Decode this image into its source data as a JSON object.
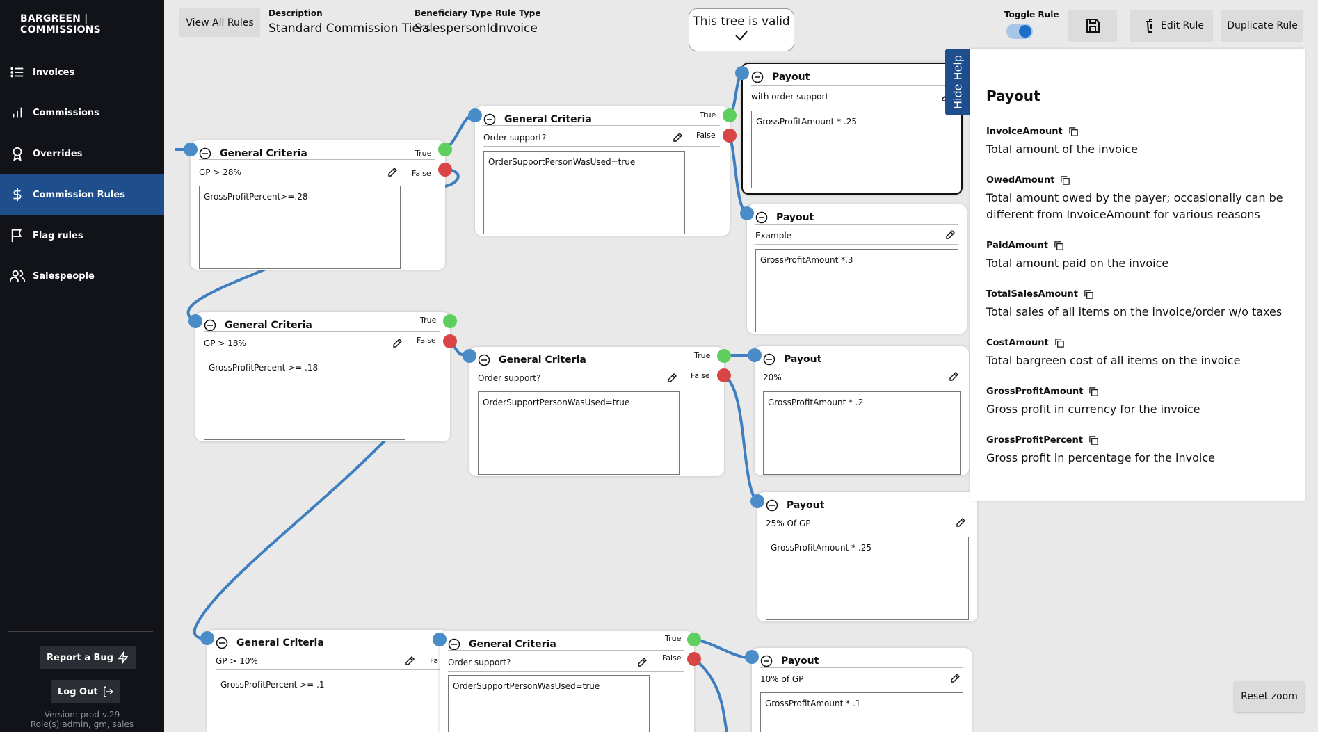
{
  "app": {
    "brand": "BARGREEN | COMMISSIONS"
  },
  "sidebar": {
    "items": [
      {
        "label": "Invoices",
        "icon": "list-icon"
      },
      {
        "label": "Commissions",
        "icon": "bar-chart-icon"
      },
      {
        "label": "Overrides",
        "icon": "award-icon"
      },
      {
        "label": "Commission Rules",
        "icon": "dollar-icon",
        "active": true
      },
      {
        "label": "Flag rules",
        "icon": "flag-icon"
      },
      {
        "label": "Salespeople",
        "icon": "users-icon"
      }
    ],
    "report_bug": "Report a Bug",
    "logout": "Log Out",
    "version": "Version: prod-v.29",
    "roles": "Role(s):admin, gm, sales"
  },
  "topbar": {
    "view_all": "View All Rules",
    "description_label": "Description",
    "description_value": "Standard Commission Tiers",
    "beneficiary_label": "Beneficiary Type",
    "beneficiary_value": "SalespersonId",
    "ruletype_label": "Rule Type",
    "ruletype_value": "Invoice",
    "valid_text": "This tree is valid",
    "toggle_label": "Toggle Rule",
    "toggle_on": true,
    "edit_rule": "Edit Rule",
    "duplicate_rule": "Duplicate Rule"
  },
  "labels": {
    "true": "True",
    "false": "False",
    "false_truncated": "Fa"
  },
  "nodes": {
    "gc1": {
      "title": "General Criteria",
      "subtitle": "GP > 28%",
      "expr": "GrossProfitPercent>=.28"
    },
    "gc2": {
      "title": "General Criteria",
      "subtitle": "Order support?",
      "expr": "OrderSupportPersonWasUsed=true"
    },
    "gc3": {
      "title": "General Criteria",
      "subtitle": "GP > 18%",
      "expr": "GrossProfitPercent >= .18"
    },
    "gc4": {
      "title": "General Criteria",
      "subtitle": "Order support?",
      "expr": "OrderSupportPersonWasUsed=true"
    },
    "gc5": {
      "title": "General Criteria",
      "subtitle": "GP > 10%",
      "expr": "GrossProfitPercent >= .1"
    },
    "gc6": {
      "title": "General Criteria",
      "subtitle": "Order support?",
      "expr": "OrderSupportPersonWasUsed=true"
    },
    "p1": {
      "title": "Payout",
      "subtitle": "with order support",
      "expr": "GrossProfitAmount * .25"
    },
    "p2": {
      "title": "Payout",
      "subtitle": "Example",
      "expr": "GrossProfitAmount *.3"
    },
    "p3": {
      "title": "Payout",
      "subtitle": "20%",
      "expr": "GrossProfitAmount * .2"
    },
    "p4": {
      "title": "Payout",
      "subtitle": "25% Of GP",
      "expr": "GrossProfitAmount * .25"
    },
    "p5": {
      "title": "Payout",
      "subtitle": "10% of GP",
      "expr": "GrossProfitAmount * .1"
    }
  },
  "help": {
    "tab_label": "Hide Help",
    "title": "Payout",
    "items": [
      {
        "name": "InvoiceAmount",
        "desc": "Total amount of the invoice"
      },
      {
        "name": "OwedAmount",
        "desc": "Total amount owed by the payer; occasionally can be different from InvoiceAmount for various reasons"
      },
      {
        "name": "PaidAmount",
        "desc": "Total amount paid on the invoice"
      },
      {
        "name": "TotalSalesAmount",
        "desc": "Total sales of all items on the invoice/order w/o taxes"
      },
      {
        "name": "CostAmount",
        "desc": "Total bargreen cost of all items on the invoice"
      },
      {
        "name": "GrossProfitAmount",
        "desc": "Gross profit in currency for the invoice"
      },
      {
        "name": "GrossProfitPercent",
        "desc": "Gross profit in percentage for the invoice"
      }
    ]
  },
  "canvas": {
    "reset_zoom": "Reset zoom"
  },
  "colors": {
    "sidebar_bg": "#111318",
    "active_nav": "#1f4e8c",
    "port_in": "#4a8cc8",
    "port_true": "#5ecf5e",
    "port_false": "#d94545",
    "wire": "#3f7fbf"
  }
}
